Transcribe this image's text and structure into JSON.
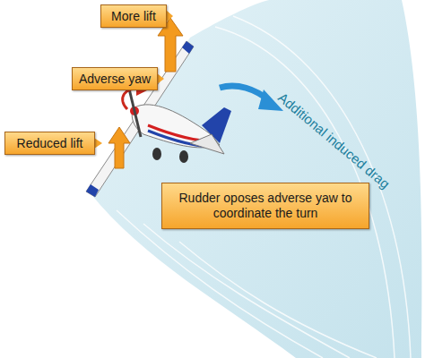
{
  "diagram": {
    "nodes": [
      {
        "text": [
          "More lift"
        ]
      },
      {
        "text": [
          "Adverse yaw"
        ]
      },
      {
        "text": [
          "Reduced lift"
        ]
      },
      {
        "text": [
          "Rudder oposes adverse yaw to coordinate the turn"
        ]
      }
    ],
    "labels": [
      "Additional induced drag"
    ]
  }
}
